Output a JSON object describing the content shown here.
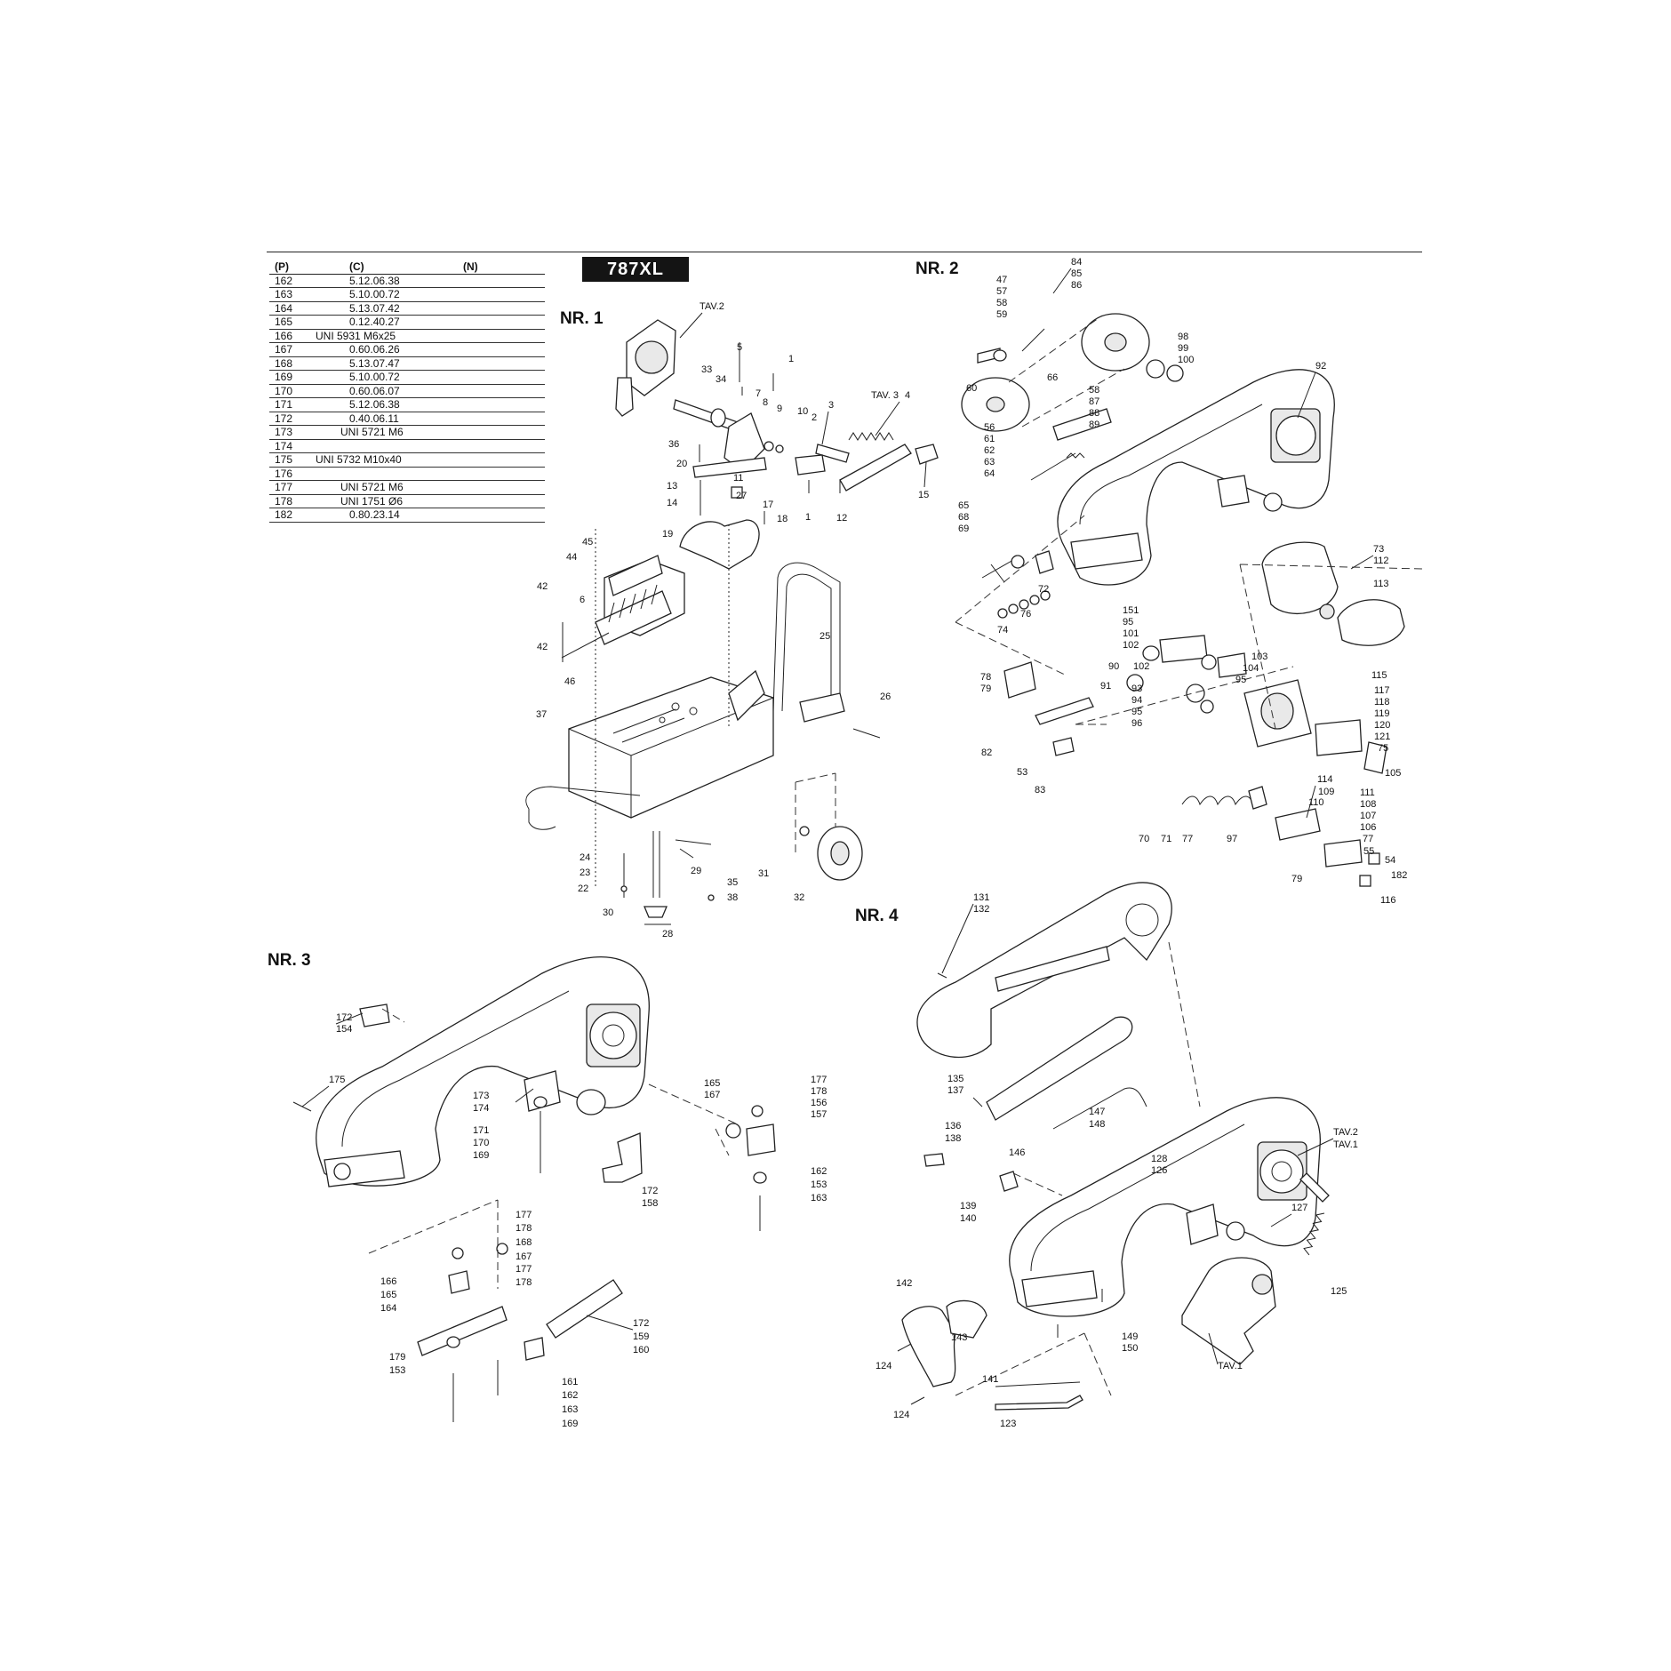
{
  "model": "787XL",
  "table": {
    "headers": [
      "(P)",
      "(C)",
      "(N)"
    ],
    "rows": [
      [
        "162",
        "5.12.06.38"
      ],
      [
        "163",
        "5.10.00.72"
      ],
      [
        "164",
        "5.13.07.42"
      ],
      [
        "165",
        "0.12.40.27"
      ],
      [
        "166",
        "UNI 5931 M6x25"
      ],
      [
        "167",
        "0.60.06.26"
      ],
      [
        "168",
        "5.13.07.47"
      ],
      [
        "169",
        "5.10.00.72"
      ],
      [
        "170",
        "0.60.06.07"
      ],
      [
        "171",
        "5.12.06.38"
      ],
      [
        "172",
        "0.40.06.11"
      ],
      [
        "173",
        "UNI 5721 M6"
      ],
      [
        "174",
        ""
      ],
      [
        "175",
        "UNI 5732 M10x40"
      ],
      [
        "176",
        ""
      ],
      [
        "177",
        "UNI 5721 M6"
      ],
      [
        "178",
        "UNI 1751 Ø6"
      ],
      [
        "182",
        "0.80.23.14"
      ]
    ]
  },
  "sections": {
    "nr1": "NR. 1",
    "nr2": "NR. 2",
    "nr3": "NR. 3",
    "nr4": "NR. 4"
  },
  "callouts": {
    "nr1": [
      "TAV.2",
      "33",
      "34",
      "5",
      "1",
      "7",
      "8",
      "9",
      "10",
      "3",
      "TAV. 3",
      "4",
      "2",
      "36",
      "20",
      "11",
      "13",
      "14",
      "27",
      "17",
      "18",
      "1",
      "12",
      "15",
      "19",
      "45",
      "44",
      "42",
      "6",
      "42",
      "46",
      "25",
      "26",
      "37",
      "24",
      "23",
      "22",
      "29",
      "35",
      "38",
      "31",
      "32",
      "30",
      "28"
    ],
    "nr2": [
      "84",
      "85",
      "86",
      "47",
      "57",
      "58",
      "59",
      "98",
      "99",
      "100",
      "92",
      "60",
      "66",
      "58",
      "87",
      "88",
      "89",
      "56",
      "61",
      "62",
      "63",
      "64",
      "65",
      "68",
      "69",
      "72",
      "76",
      "74",
      "73",
      "112",
      "113",
      "115",
      "151",
      "95",
      "101",
      "102",
      "103",
      "104",
      "95",
      "102",
      "90",
      "78",
      "79",
      "91",
      "93",
      "94",
      "95",
      "96",
      "117",
      "118",
      "119",
      "120",
      "121",
      "75",
      "105",
      "82",
      "53",
      "83",
      "114",
      "111",
      "108",
      "107",
      "106",
      "77",
      "55",
      "54",
      "182",
      "116",
      "70",
      "71",
      "77",
      "97",
      "109",
      "110",
      "79"
    ],
    "nr3": [
      "172",
      "154",
      "175",
      "173",
      "174",
      "171",
      "170",
      "169",
      "165",
      "167",
      "177",
      "178",
      "156",
      "157",
      "162",
      "153",
      "163",
      "172",
      "158",
      "177",
      "178",
      "168",
      "167",
      "177",
      "178",
      "166",
      "165",
      "164",
      "172",
      "159",
      "160",
      "179",
      "153",
      "161",
      "162",
      "163",
      "169"
    ],
    "nr4": [
      "131",
      "132",
      "135",
      "137",
      "136",
      "138",
      "147",
      "148",
      "146",
      "TAV.2",
      "TAV.1",
      "128",
      "126",
      "127",
      "139",
      "140",
      "125",
      "142",
      "143",
      "149",
      "150",
      "124",
      "141",
      "124",
      "123",
      "TAV.1"
    ]
  }
}
